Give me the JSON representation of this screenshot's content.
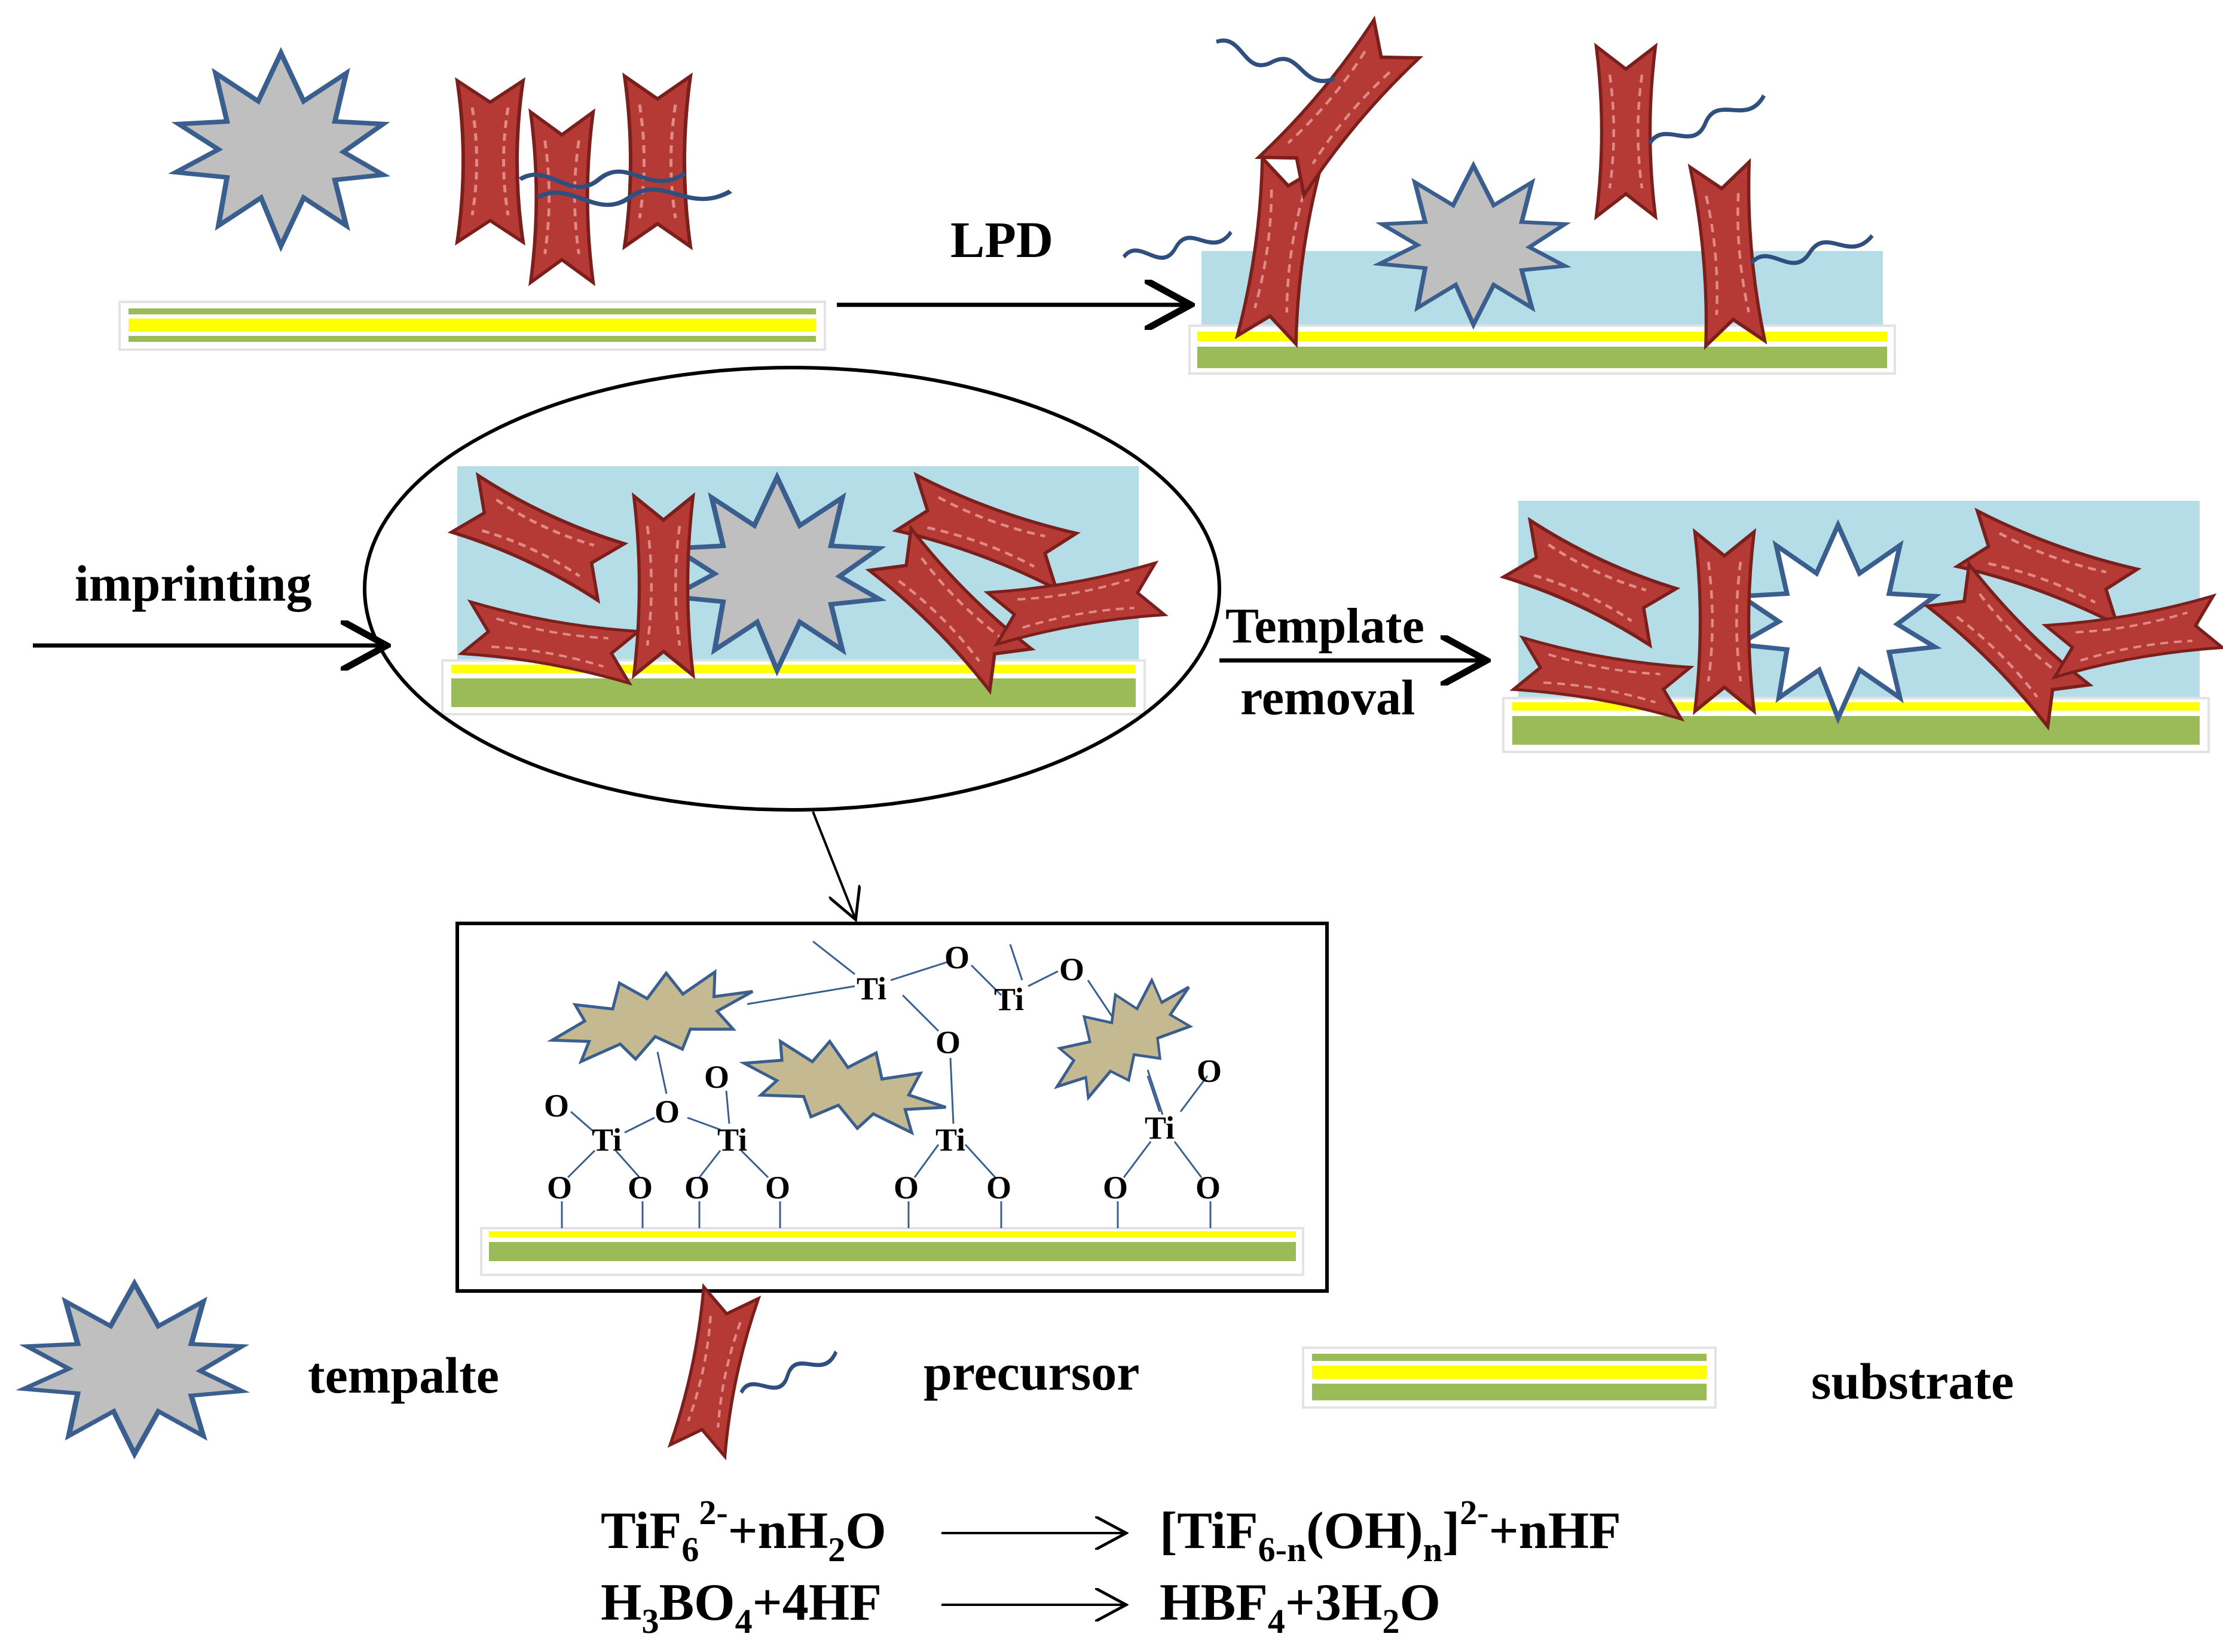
{
  "labels": {
    "lpd": "LPD",
    "imprinting": "imprinting",
    "template_removal_1": "Template",
    "template_removal_2": "removal"
  },
  "legend": {
    "template": "tempalte",
    "precursor": "precursor",
    "substrate": "substrate"
  },
  "atoms": {
    "ti": "Ti",
    "o": "O"
  },
  "equations": {
    "eq1_left": [
      "TiF",
      "6",
      "2-",
      "+nH",
      "2",
      "O"
    ],
    "eq1_right": [
      "[TiF",
      "6-n",
      "(OH)",
      "n",
      "]",
      "2-",
      "+nHF"
    ],
    "eq2_left": [
      "H",
      "3",
      "BO",
      "4",
      "+4HF"
    ],
    "eq2_right": [
      "HBF",
      "4",
      "+3H",
      "2",
      "O"
    ]
  },
  "colors": {
    "template_fill": "#bfbfbf",
    "template_stroke": "#3a5f8f",
    "precursor_fill": "#b53a35",
    "precursor_stroke": "#7a1f1c",
    "film": "#b5dde8",
    "substrate_green": "#9bbb59",
    "substrate_yellow": "#ffff00",
    "adsorbed_template": "#c4b990"
  }
}
